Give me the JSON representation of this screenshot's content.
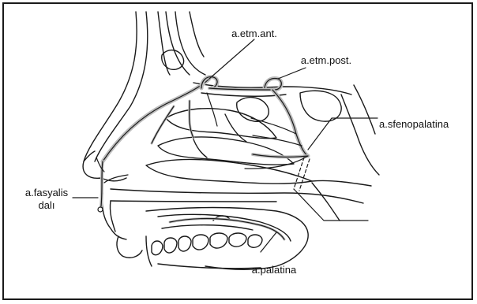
{
  "labels": {
    "etm_ant": "a.etm.ant.",
    "etm_post": "a.etm.post.",
    "sfenopalatina": "a.sfenopalatina",
    "fasyalis_line1": "a.fasyalis",
    "fasyalis_line2": "dalı",
    "palatina": "a.palatina"
  },
  "colors": {
    "line": "#1a1a1a",
    "artery_fill": "#bdbdbd"
  }
}
